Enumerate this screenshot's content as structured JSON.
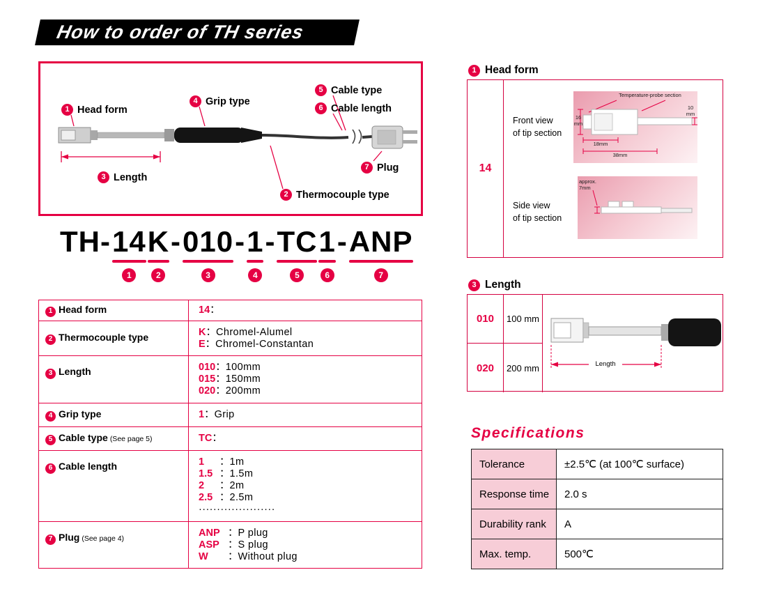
{
  "page": {
    "banner_title": "How to order of TH series"
  },
  "colors": {
    "accent": "#e50043",
    "pink_light": "#f5c9d2",
    "banner_bg": "#000000"
  },
  "diagram": {
    "callouts": [
      {
        "num": "1",
        "label": "Head form"
      },
      {
        "num": "4",
        "label": "Grip type"
      },
      {
        "num": "5",
        "label": "Cable type"
      },
      {
        "num": "6",
        "label": "Cable length"
      },
      {
        "num": "7",
        "label": "Plug"
      },
      {
        "num": "3",
        "label": "Length"
      },
      {
        "num": "2",
        "label": "Thermocouple type"
      }
    ]
  },
  "order_code": {
    "segments": [
      {
        "text": "TH-"
      },
      {
        "text": "14",
        "num": "1"
      },
      {
        "text": "K",
        "num": "2"
      },
      {
        "text": "-"
      },
      {
        "text": "010",
        "num": "3"
      },
      {
        "text": "-"
      },
      {
        "text": "1",
        "num": "4"
      },
      {
        "text": "-"
      },
      {
        "text": "TC",
        "num": "5"
      },
      {
        "text": "1",
        "num": "6"
      },
      {
        "text": "-"
      },
      {
        "text": "ANP",
        "num": "7"
      }
    ]
  },
  "order_table": {
    "sep": "：",
    "rows": [
      {
        "num": "1",
        "label": "Head form",
        "values": [
          {
            "code": "14",
            "desc": ""
          }
        ]
      },
      {
        "num": "2",
        "label": "Thermocouple type",
        "values": [
          {
            "code": "K",
            "desc": "Chromel-Alumel"
          },
          {
            "code": "E",
            "desc": "Chromel-Constantan"
          }
        ]
      },
      {
        "num": "3",
        "label": "Length",
        "values": [
          {
            "code": "010",
            "desc": "100mm"
          },
          {
            "code": "015",
            "desc": "150mm"
          },
          {
            "code": "020",
            "desc": "200mm"
          }
        ]
      },
      {
        "num": "4",
        "label": "Grip type",
        "values": [
          {
            "code": "1",
            "desc": "Grip"
          }
        ]
      },
      {
        "num": "5",
        "label": "Cable type",
        "note": "(See page 5)",
        "values": [
          {
            "code": "TC",
            "desc": ""
          }
        ]
      },
      {
        "num": "6",
        "label": "Cable length",
        "values": [
          {
            "code": "1",
            "desc": "1m"
          },
          {
            "code": "1.5",
            "desc": "1.5m"
          },
          {
            "code": "2",
            "desc": "2m"
          },
          {
            "code": "2.5",
            "desc": "2.5m"
          },
          {
            "code": "",
            "desc": "·····················"
          }
        ]
      },
      {
        "num": "7",
        "label": "Plug",
        "note": "(See page 4)",
        "values": [
          {
            "code": "ANP",
            "desc": "P plug"
          },
          {
            "code": "ASP",
            "desc": "S plug"
          },
          {
            "code": "W",
            "desc": "Without plug"
          }
        ]
      }
    ]
  },
  "head_form_panel": {
    "num": "1",
    "title": "Head form",
    "code": "14",
    "front_view_label": "Front view\nof tip section",
    "side_view_label": "Side view\nof tip section",
    "annotations": {
      "probe_section": "Temperature-probe section",
      "dim_16": "16\nmm",
      "dim_10": "10\nmm",
      "dim_18": "18mm",
      "dim_38": "38mm",
      "approx_7": "approx.\n7mm"
    }
  },
  "length_panel": {
    "num": "3",
    "title": "Length",
    "rows": [
      {
        "code": "010",
        "value": "100 mm"
      },
      {
        "code": "020",
        "value": "200 mm"
      }
    ],
    "dim_label": "Length"
  },
  "specifications": {
    "title": "Specifications",
    "rows": [
      {
        "label": "Tolerance",
        "value": "±2.5℃ (at 100℃ surface)"
      },
      {
        "label": "Response time",
        "value": "2.0 s"
      },
      {
        "label": "Durability rank",
        "value": "A"
      },
      {
        "label": "Max. temp.",
        "value": "500℃"
      }
    ]
  }
}
